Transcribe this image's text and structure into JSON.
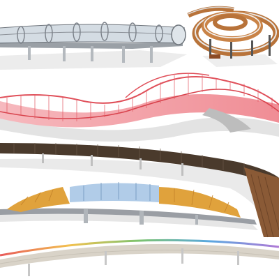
{
  "colors": {
    "tube_frame": "#8a8f96",
    "tube_glass": "#c9d3dc",
    "spiral_wood": "#b8733a",
    "spiral_rail": "#e9e9e9",
    "red_mesh": "#e0505a",
    "red_shell": "#f3a7ad",
    "dark_timber": "#4a3a2c",
    "timber_deck": "#8a5a36",
    "orange_wood": "#e0a23c",
    "blue_canopy": "#a9c6e6",
    "rainbow_rail": "#d9d3c8"
  },
  "models": [
    {
      "name": "tube-bridge-model"
    },
    {
      "name": "spiral-ramp-model"
    },
    {
      "name": "red-wave-bridge-model"
    },
    {
      "name": "timber-curved-walkway-model"
    },
    {
      "name": "canopy-bridge-model"
    },
    {
      "name": "rainbow-rail-walkway-model"
    }
  ]
}
